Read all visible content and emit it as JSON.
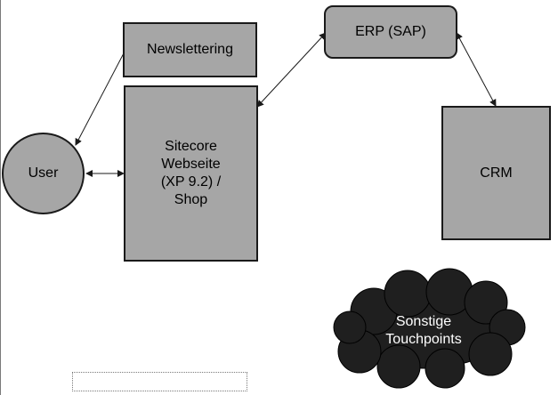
{
  "nodes": {
    "newsletter": "Newslettering",
    "erp": "ERP (SAP)",
    "sitecore": "Sitecore\nWebseite\n(XP 9.2) /\nShop",
    "crm": "CRM",
    "user": "User",
    "touchpoints": "Sonstige\nTouchpoints"
  },
  "edges": [
    {
      "from": "Newslettering",
      "to": "User",
      "arrow": "end"
    },
    {
      "from": "User",
      "to": "Sitecore Webseite (XP 9.2) / Shop",
      "arrow": "both"
    },
    {
      "from": "Sitecore Webseite (XP 9.2) / Shop",
      "to": "ERP (SAP)",
      "arrow": "both"
    },
    {
      "from": "ERP (SAP)",
      "to": "CRM",
      "arrow": "both"
    }
  ],
  "colors": {
    "node_fill": "#a6a6a6",
    "node_border": "#1a1a1a",
    "cloud_fill": "#1f1f1f",
    "cloud_text": "#ffffff"
  }
}
